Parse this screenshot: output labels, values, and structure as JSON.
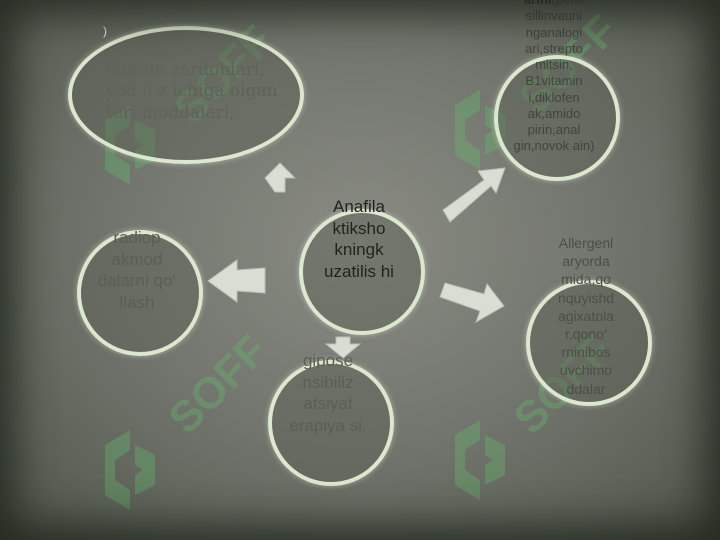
{
  "diagram": {
    "center": "Anafila ktiksho kningk uzatilis hi",
    "top_left": "immun zardoblari, yod o‘z ichiga olgan teri moddalari,",
    "top_left_mark": ")",
    "top_right_bold": "arini",
    "top_right_rest": "(penit sillinvauni nganalogi ari,strepto mitsin, B1vitamin i,diklofen ak,amido pirin,anal gin,novok ain)",
    "left": "radiop akmod dalarni qo‘ llash",
    "bottom": "gipose nsibiliz atsiyat erapiya si.",
    "right": "Allergenl aryorda mida,qo nquyishd agixatola r,qono‘ rninibos uvchimo ddalar"
  },
  "watermark": "SOFF",
  "colors": {
    "circle_border": "#dce7cf",
    "arrow": "#d9ddd3",
    "watermark": "#64be6e"
  }
}
